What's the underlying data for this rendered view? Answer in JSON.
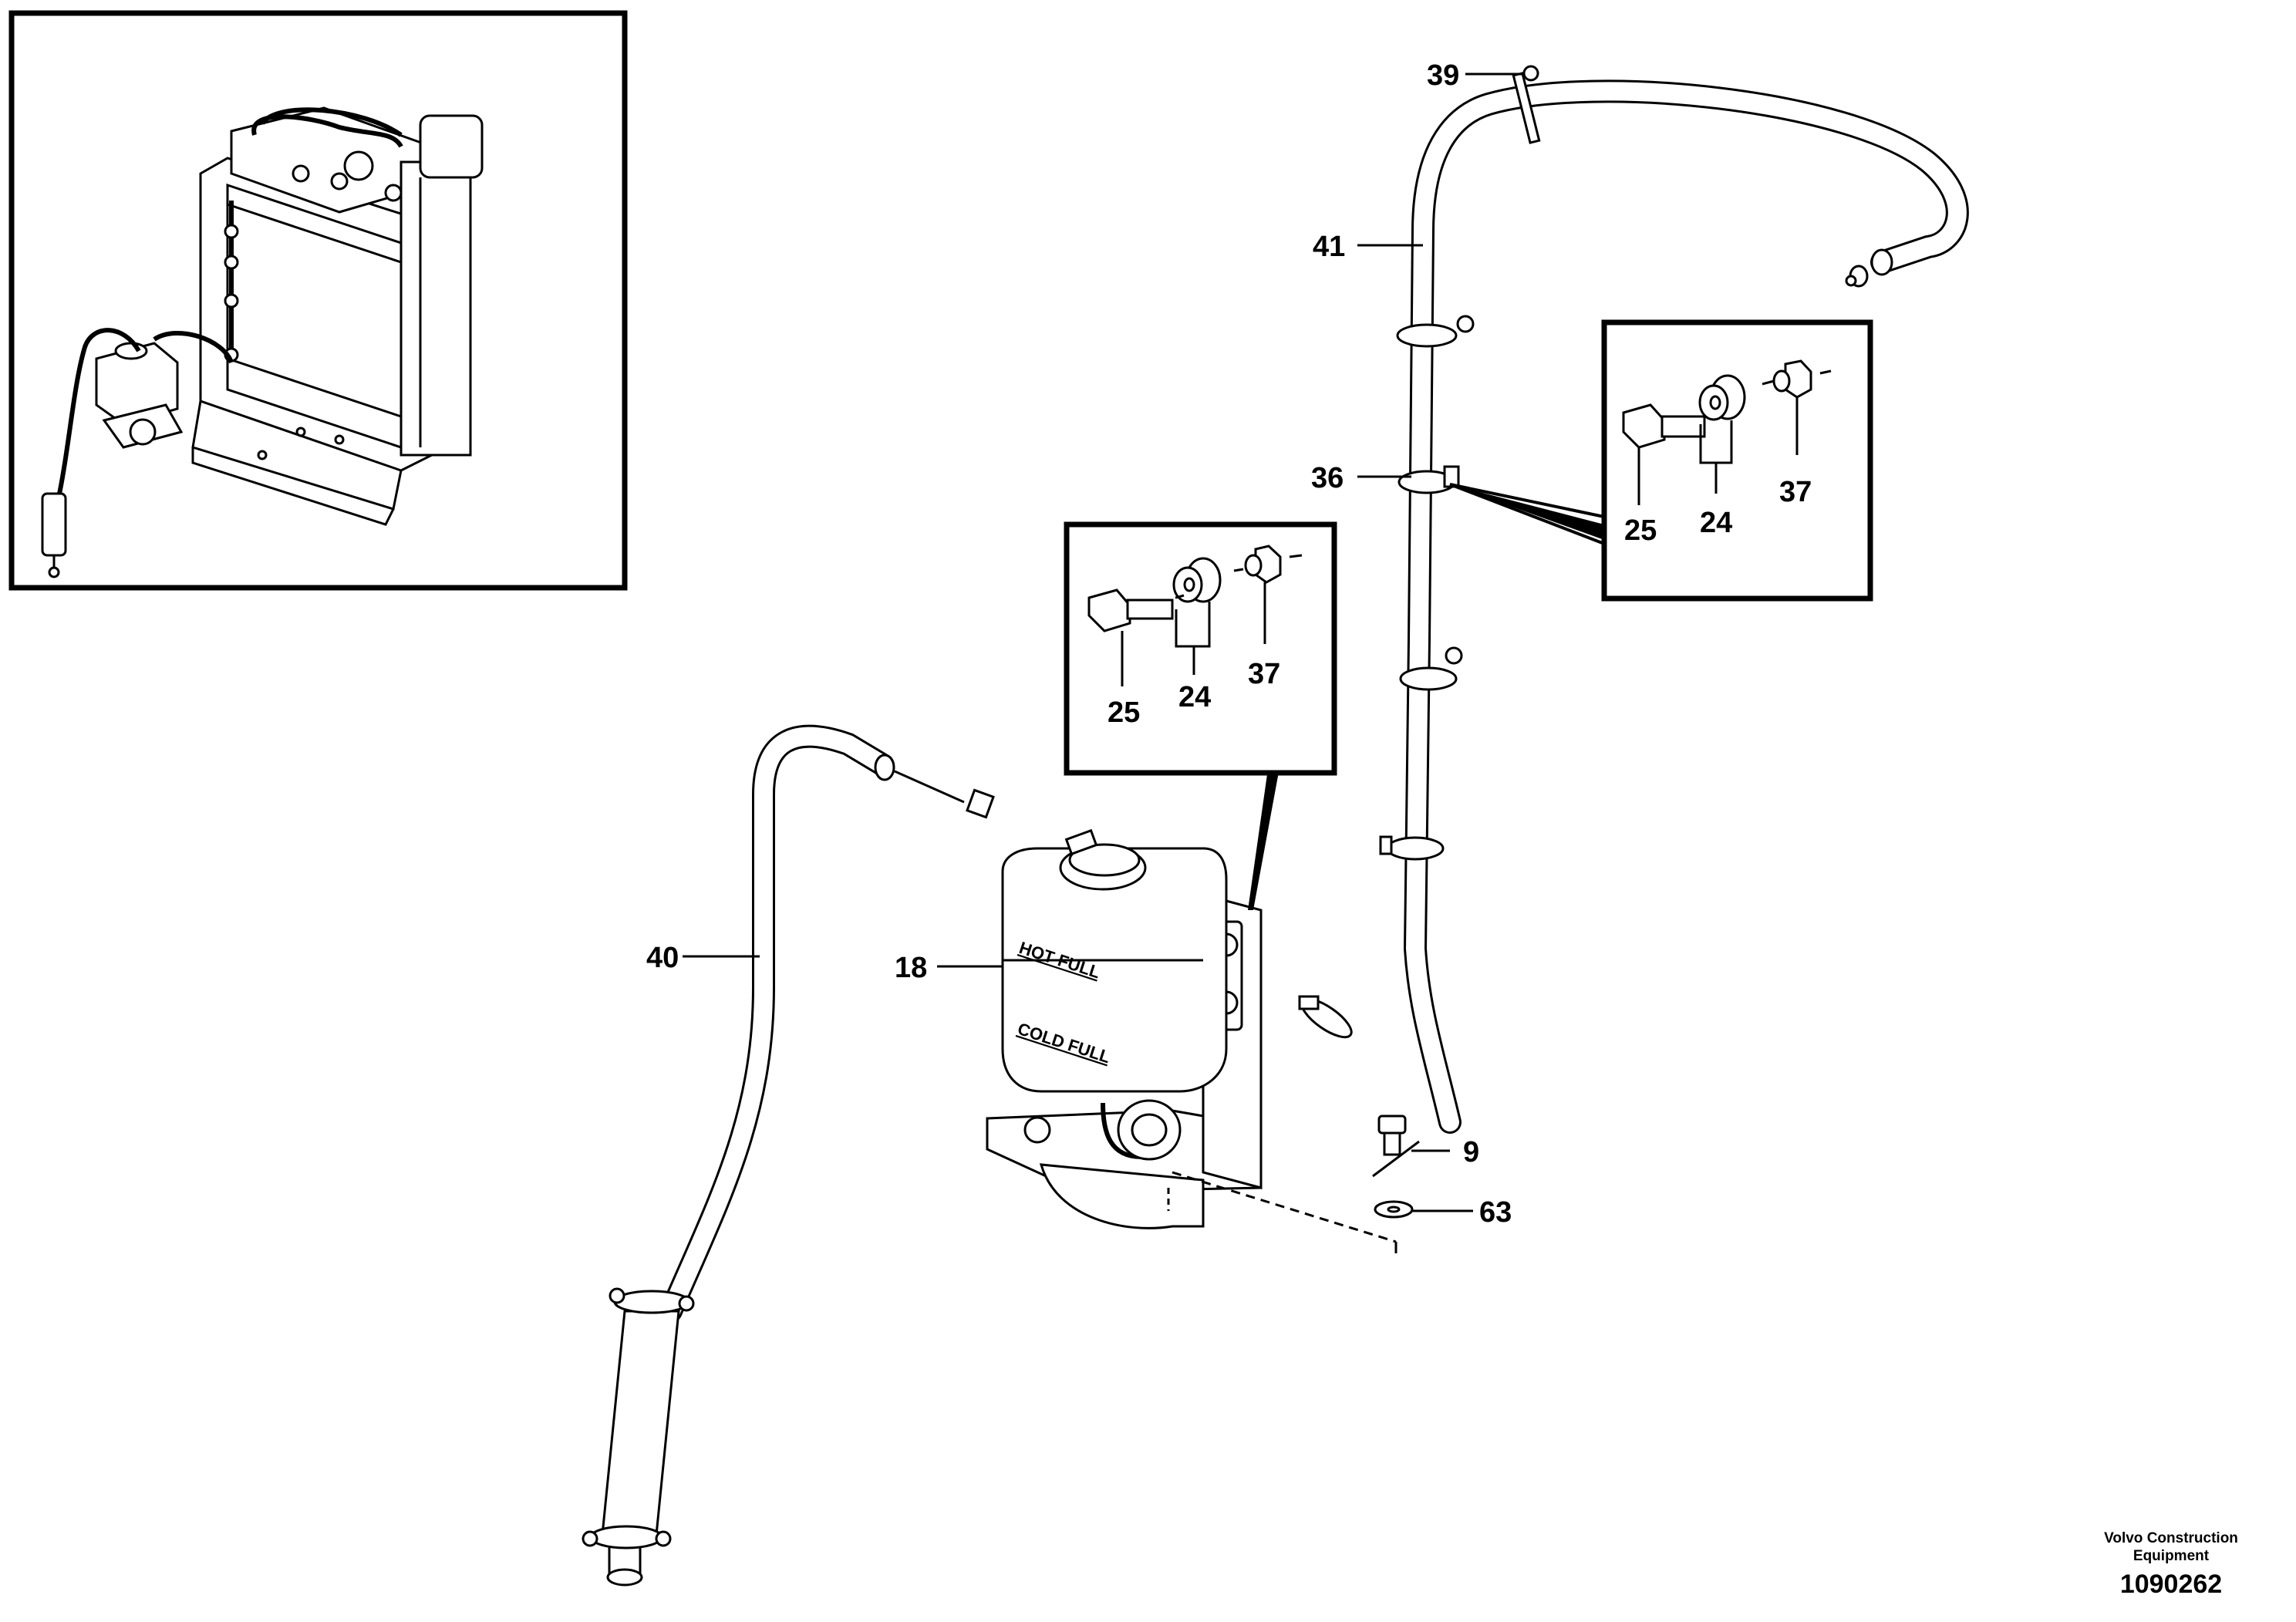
{
  "labels": {
    "p39": "39",
    "p41": "41",
    "p36": "36",
    "p40": "40",
    "p18": "18",
    "p9": "9",
    "p63": "63",
    "d1_25": "25",
    "d1_24": "24",
    "d1_37": "37",
    "d2_25": "25",
    "d2_24": "24",
    "d2_37": "37"
  },
  "tank_markings": {
    "hot": "HOT FULL",
    "cold": "COLD FULL"
  },
  "footer": {
    "manufacturer_line1": "Volvo Construction",
    "manufacturer_line2": "Equipment",
    "doc_number": "1090262"
  }
}
